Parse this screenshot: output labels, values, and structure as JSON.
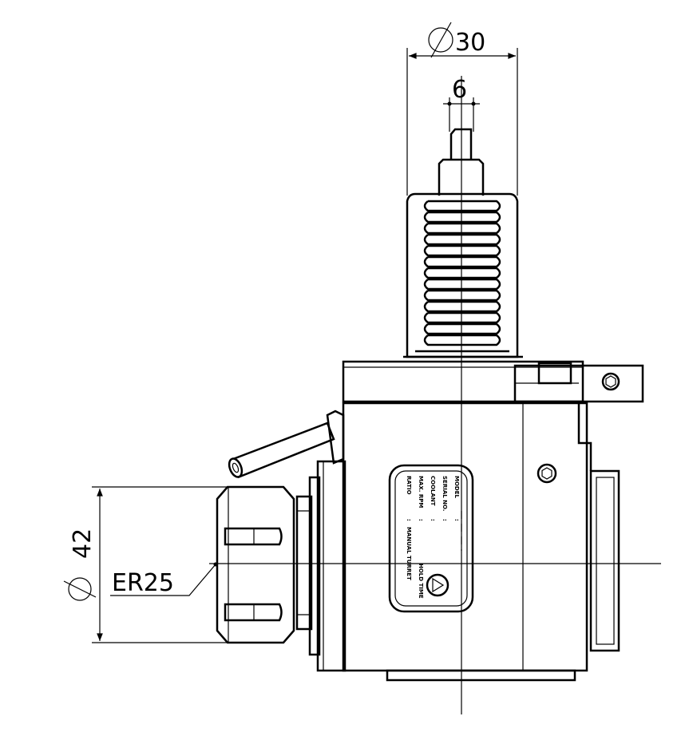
{
  "dimensions": {
    "outer_diameter": {
      "symbol": "Ø",
      "value": "30"
    },
    "shank_width": {
      "value": "6"
    },
    "collet_diameter": {
      "symbol": "Ø",
      "value": "42"
    },
    "collet_type": "ER25"
  },
  "nameplate": {
    "fields": [
      "MODEL",
      "SERIAL NO.",
      "COOLANT",
      "MAX. RPM",
      "RATIO"
    ],
    "separators": [
      ":",
      ":",
      ":",
      ":",
      ":"
    ],
    "extra": "MANUAL TURRET",
    "brand": "HOLD TIME"
  }
}
